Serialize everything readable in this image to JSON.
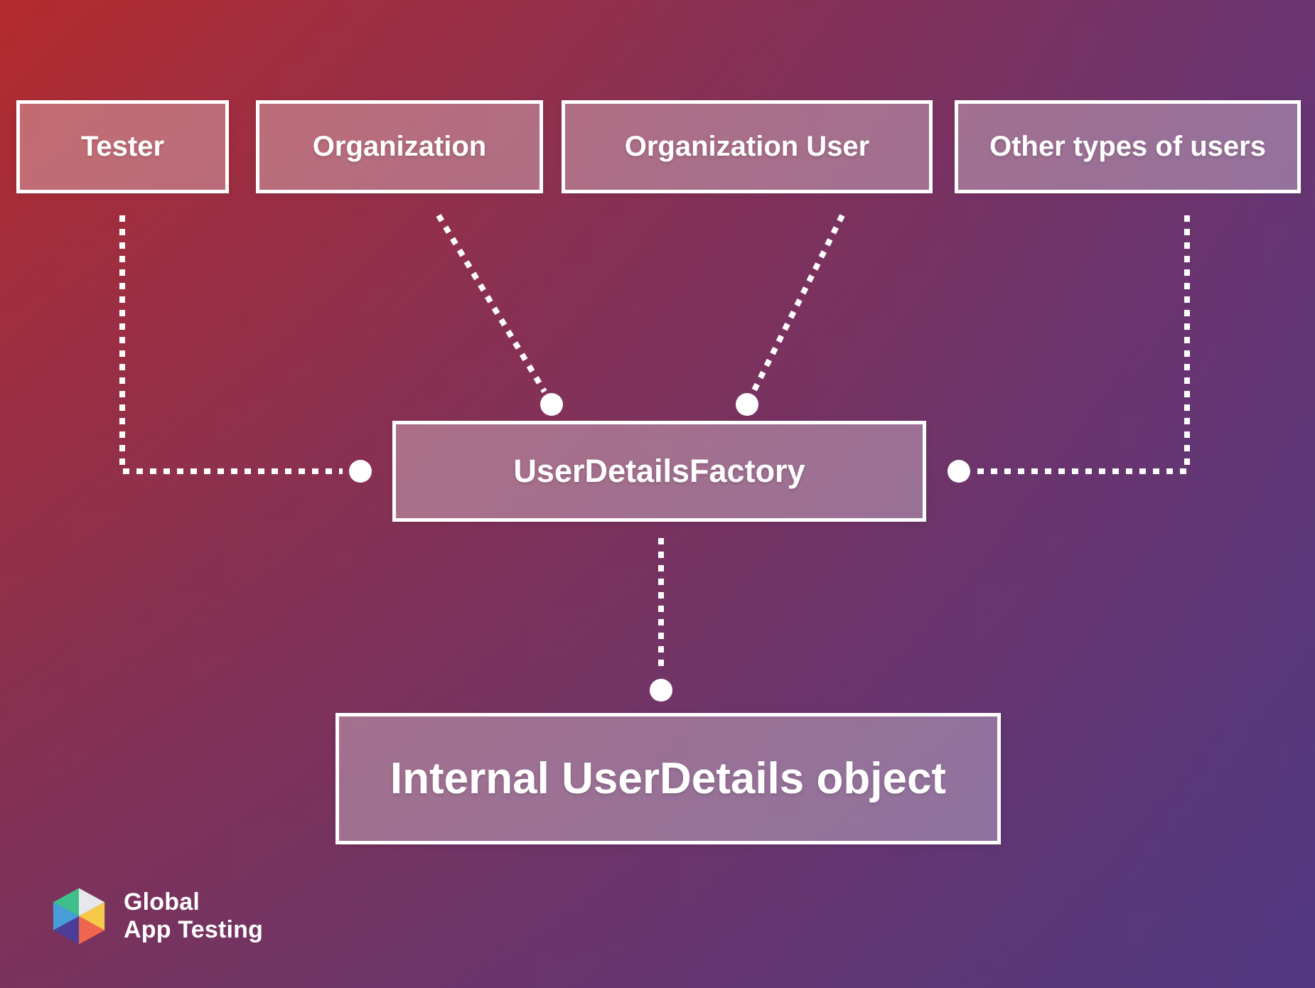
{
  "diagram": {
    "source_boxes": [
      {
        "label": "Tester"
      },
      {
        "label": "Organization"
      },
      {
        "label": "Organization User"
      },
      {
        "label": "Other types of users"
      }
    ],
    "factory_box": {
      "label": "UserDetailsFactory"
    },
    "output_box": {
      "label": "Internal UserDetails object"
    }
  },
  "logo": {
    "line1": "Global",
    "line2": "App Testing"
  },
  "colors": {
    "bg_left": "#b32b2e",
    "bg_right": "#6a3470",
    "bg_overlay": "rgba(50,60,150,0.45)",
    "box_fill": "rgba(255,255,255,0.30)",
    "box_border": "#ffffff",
    "connector": "#ffffff",
    "text": "#ffffff",
    "logo_green": "#3fc08b",
    "logo_white": "#e8e7ec",
    "logo_blue": "#469dd7",
    "logo_yellow": "#f6c94a",
    "logo_purple": "#4c3e96",
    "logo_orange": "#f0654e"
  }
}
